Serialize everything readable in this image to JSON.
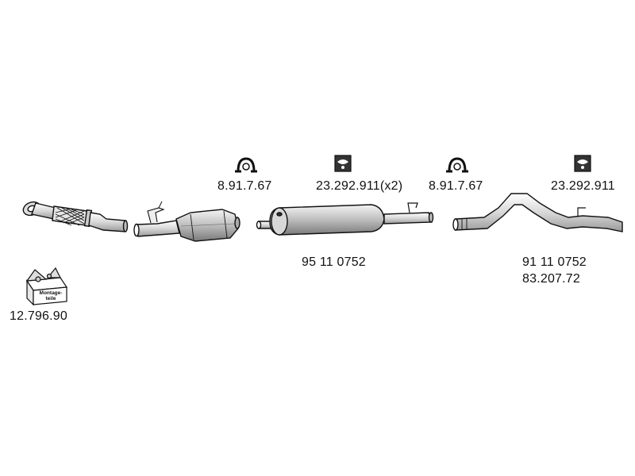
{
  "labels": {
    "clamp_1": "8.91.7.67",
    "rubber_mount_1": "23.292.911(x2)",
    "clamp_2": "8.91.7.67",
    "rubber_mount_2": "23.292.911",
    "middle_silencer": "95 11 0752",
    "rear_pipe_1": "91 11 0752",
    "rear_pipe_2": "83.207.72",
    "mounting_kit": "12.796.90"
  },
  "mounting_kit_box": {
    "line1": "Montage-",
    "line2": "teile"
  },
  "icons": {
    "clamp": "pipe-clamp-icon",
    "rubber_mount": "rubber-mount-icon",
    "box": "mounting-kit-box-icon"
  },
  "colors": {
    "line": "#111111",
    "fill": "#cfcfcf",
    "dark_fill": "#555555",
    "background": "#ffffff"
  }
}
